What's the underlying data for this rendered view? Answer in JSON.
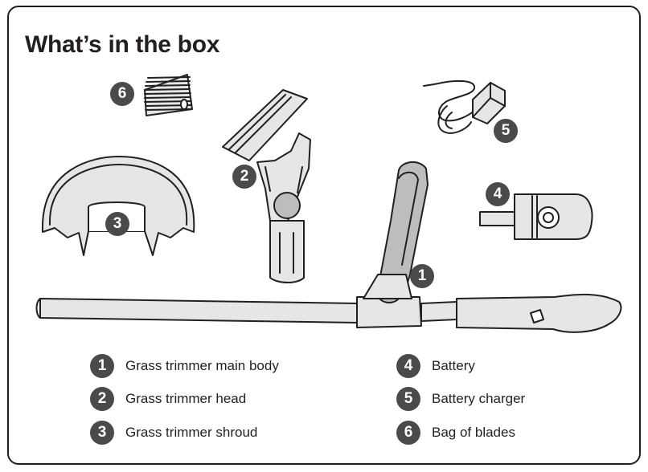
{
  "title": "What’s in the box",
  "parts": [
    {
      "number": "1",
      "label": "Grass trimmer main body",
      "icon": "trimmer-main-body-illustration"
    },
    {
      "number": "2",
      "label": "Grass trimmer head",
      "icon": "trimmer-head-illustration"
    },
    {
      "number": "3",
      "label": "Grass trimmer shroud",
      "icon": "trimmer-shroud-illustration"
    },
    {
      "number": "4",
      "label": "Battery",
      "icon": "battery-illustration"
    },
    {
      "number": "5",
      "label": "Battery charger",
      "icon": "battery-charger-illustration"
    },
    {
      "number": "6",
      "label": "Bag of blades",
      "icon": "blades-bag-illustration"
    }
  ],
  "colors": {
    "badge": "#4a4a4a",
    "line": "#231f20",
    "fill_light": "#e6e6e6",
    "fill_mid": "#bdbdbd"
  }
}
